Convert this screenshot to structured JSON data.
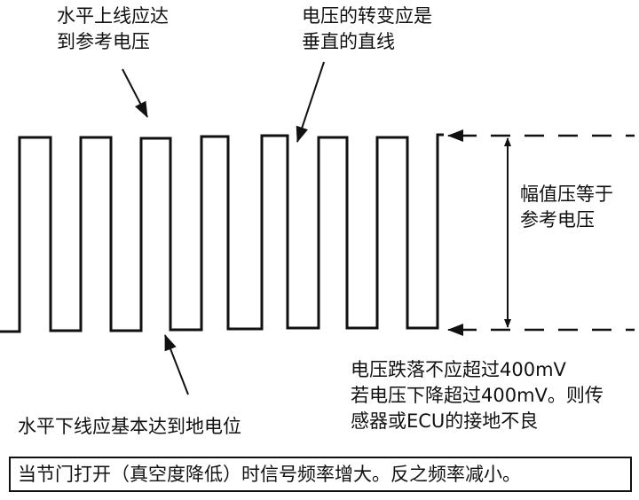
{
  "labels": {
    "top_left": [
      "水平上线应达",
      "到参考电压"
    ],
    "top_middle": [
      "电压的转变应是",
      "垂直的直线"
    ],
    "right": [
      "幅值压等于",
      "参考电压"
    ],
    "bottom_left": "水平下线应基本达到地电位",
    "bottom_right": [
      "电压跌落不应超过400mV",
      "若电压下降超过400mV。则传",
      "感器或ECU的接地不良"
    ]
  },
  "footer": "当节门打开（真空度降低）时信号频率增大。反之频率减小。",
  "colors": {
    "line": "#111111",
    "background": "#ffffff"
  }
}
